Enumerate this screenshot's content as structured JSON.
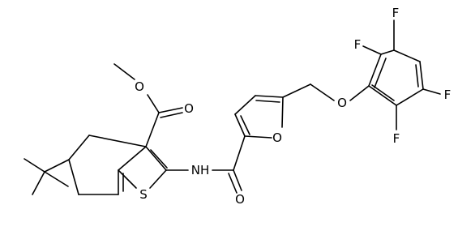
{
  "diagram": {
    "type": "chemical-structure",
    "atom_labels": {
      "ester_carbonyl_O": "O",
      "ester_ether_O": "O",
      "thiophene_S": "S",
      "amide_NH": "NH",
      "amide_carbonyl_O": "O",
      "furan_O": "O",
      "ether_O": "O",
      "F_top": "F",
      "F_upper_left": "F",
      "F_right": "F",
      "F_bottom": "F"
    },
    "colors": {
      "bond": "#000000",
      "text": "#000000",
      "background": "#ffffff"
    }
  }
}
